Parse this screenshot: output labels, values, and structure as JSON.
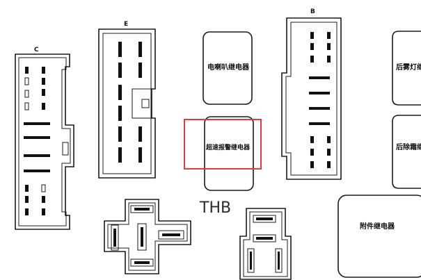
{
  "connectors": {
    "c": "C",
    "e": "E",
    "b": "B"
  },
  "relays": {
    "r1": "电喇叭继电器",
    "r2": "超速报警继电器",
    "r3": "后雾灯继",
    "r4": "后除霜继",
    "r5": "附件继电器"
  },
  "watermark": "THB",
  "highlight_color": "#e03a3a"
}
